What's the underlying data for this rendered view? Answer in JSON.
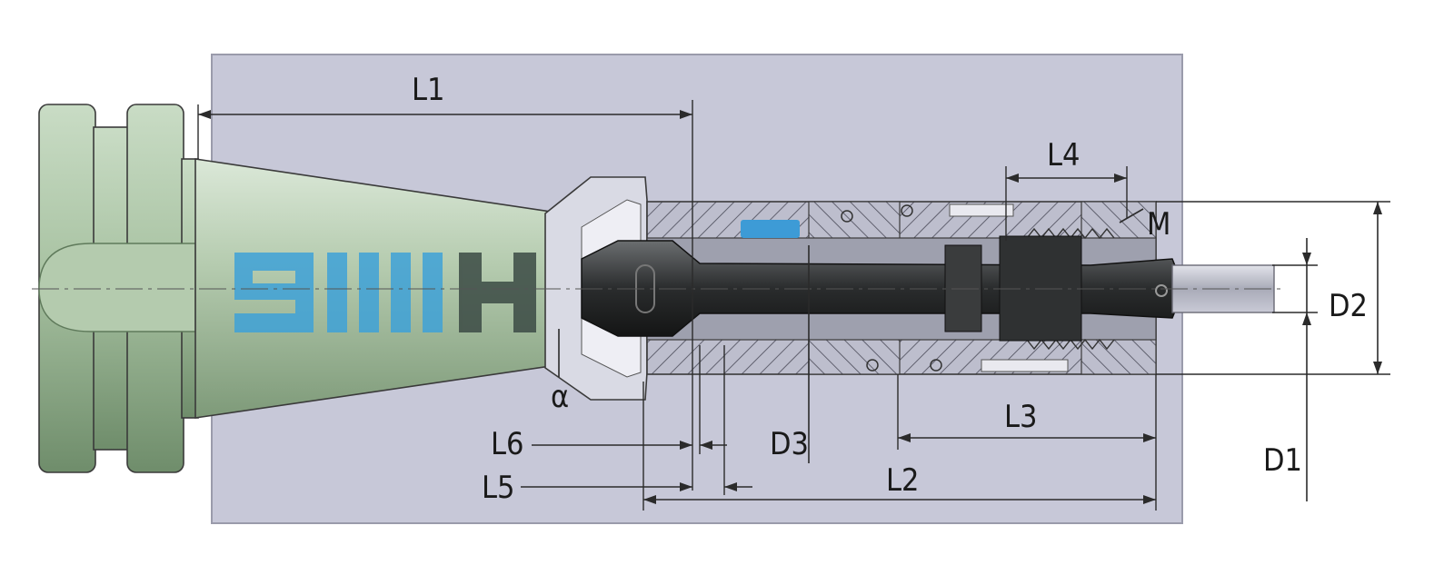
{
  "dimensions": {
    "L1": "L1",
    "L2": "L2",
    "L3": "L3",
    "L4": "L4",
    "L5": "L5",
    "L6": "L6",
    "D1": "D1",
    "D2": "D2",
    "D3": "D3",
    "M": "M",
    "alpha": "α"
  },
  "colors": {
    "background_panel": "#c7c8d8",
    "holder_body": "#a9c3a3",
    "holder_dark": "#6e8a6a",
    "section_body": "#bcbdcc",
    "hatch": "#4a4a58",
    "rod": "#2d2f2f",
    "watermark_blue": "#3fa2d8",
    "watermark_dark": "#3b4a44",
    "seal_blue": "#3d9bd6"
  }
}
